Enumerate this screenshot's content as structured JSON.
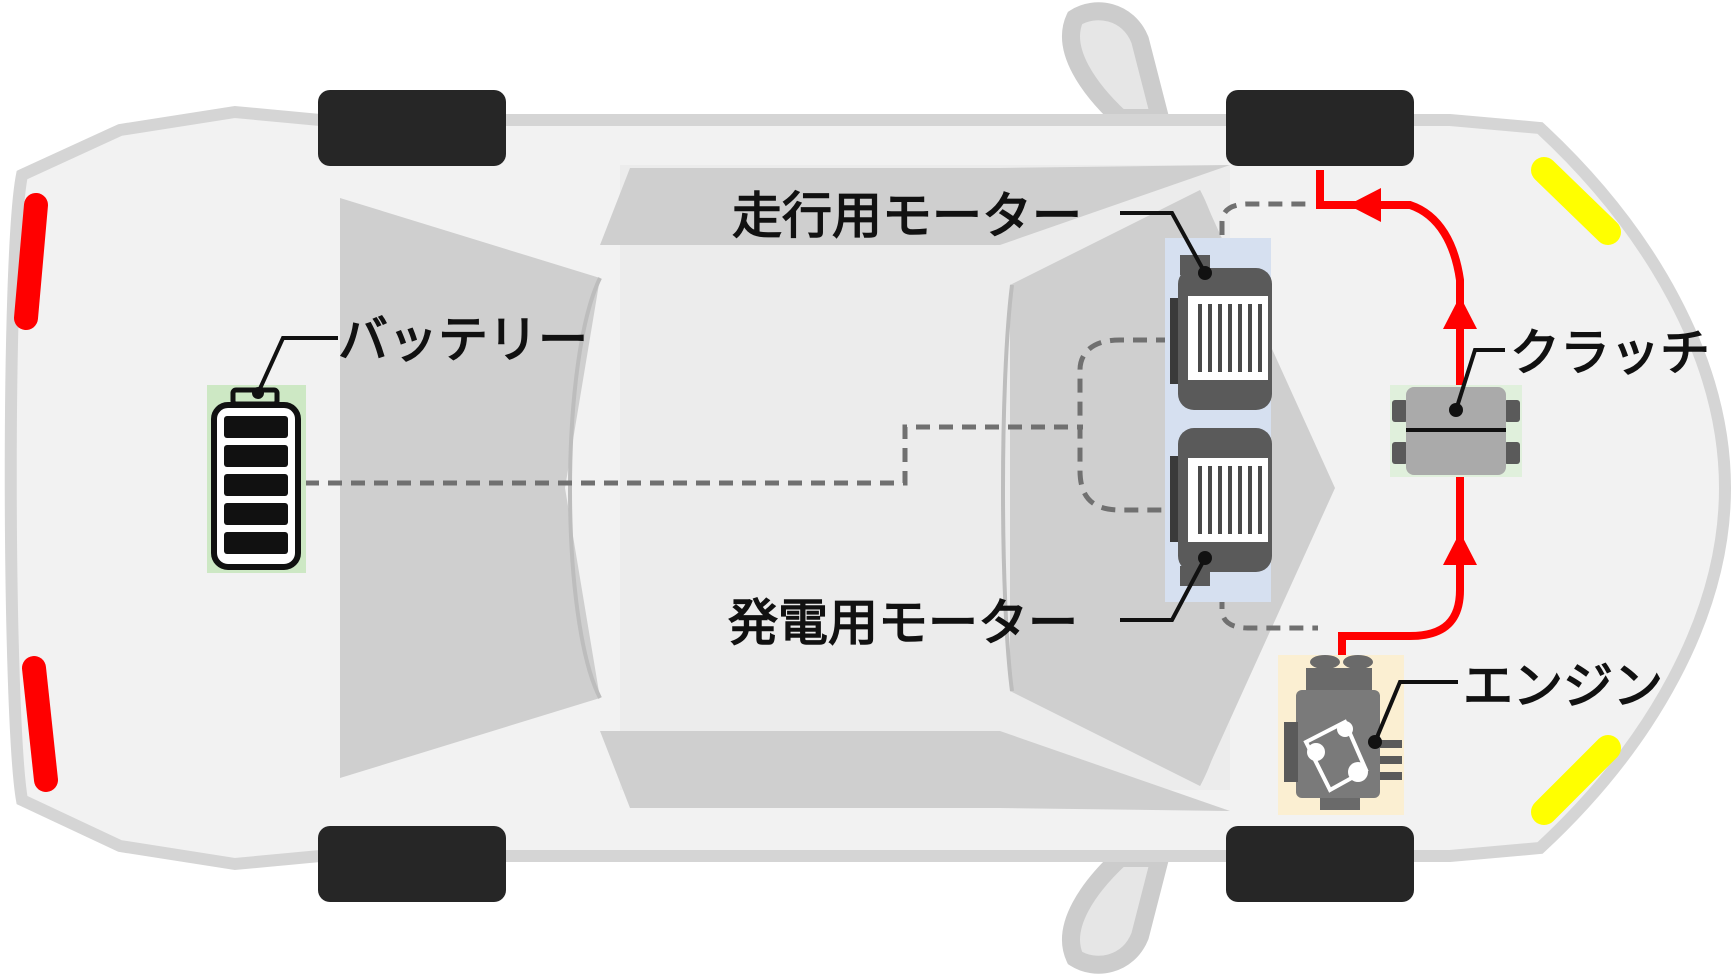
{
  "labels": {
    "battery": "バッテリー",
    "drive_motor": "走行用モーター",
    "generator_motor": "発電用モーター",
    "clutch": "クラッチ",
    "engine": "エンジン"
  },
  "colors": {
    "body_outline": "#d5d5d5",
    "body_fill": "#f2f2f2",
    "cabin": "#cfcfcf",
    "tire": "#262626",
    "tail_light": "#ff0000",
    "head_light": "#ffff00",
    "power_line": "#ff0000",
    "wire": "#707070",
    "motor_bg": "#d6e0f0",
    "battery_bg": "#cde8c4",
    "clutch_bg": "#e0f0dc",
    "engine_bg": "#fbefd2"
  },
  "icons": [
    "battery-icon",
    "motor-icon",
    "clutch-icon",
    "engine-icon"
  ]
}
